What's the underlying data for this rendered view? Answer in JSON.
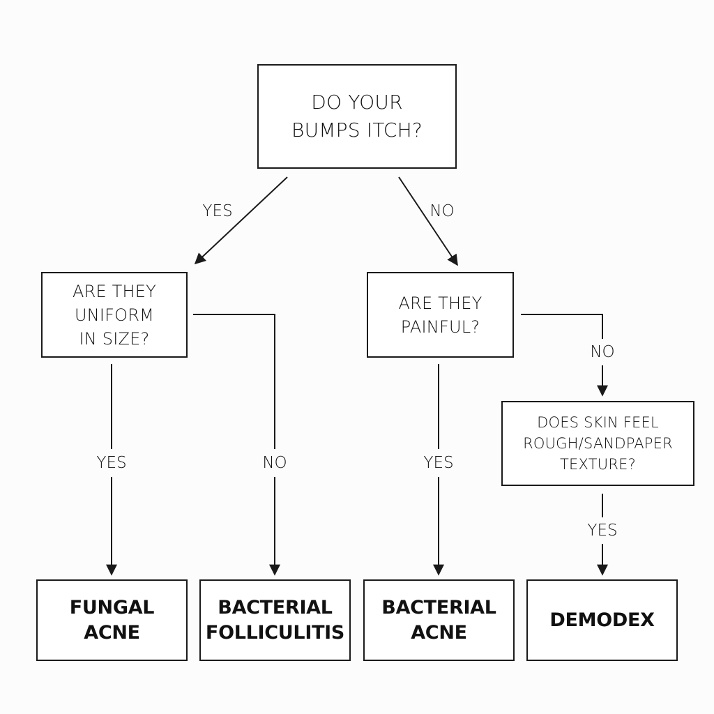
{
  "title": "Bump identification flowchart",
  "nodes": {
    "root": {
      "text": "DO YOUR\nBUMPS ITCH?"
    },
    "uniform": {
      "text": "ARE THEY\nUNIFORM\nIN SIZE?"
    },
    "painful": {
      "text": "ARE THEY\nPAINFUL?"
    },
    "rough": {
      "text": "DOES SKIN FEEL\nROUGH/SANDPAPER\nTEXTURE?"
    },
    "fungal": {
      "text": "FUNGAL\nACNE"
    },
    "folliculitis": {
      "text": "BACTERIAL\nFOLLICULITIS"
    },
    "bacterial_acne": {
      "text": "BACTERIAL\nACNE"
    },
    "demodex": {
      "text": "DEMODEX"
    }
  },
  "edges": [
    {
      "from": "root",
      "to": "uniform",
      "label": "YES"
    },
    {
      "from": "root",
      "to": "painful",
      "label": "NO"
    },
    {
      "from": "uniform",
      "to": "fungal",
      "label": "YES"
    },
    {
      "from": "uniform",
      "to": "folliculitis",
      "label": "NO"
    },
    {
      "from": "painful",
      "to": "bacterial_acne",
      "label": "YES"
    },
    {
      "from": "painful",
      "to": "rough",
      "label": "NO"
    },
    {
      "from": "rough",
      "to": "demodex",
      "label": "YES"
    }
  ],
  "colors": {
    "line": "#1a1a1a",
    "background": "#fcfcfc"
  }
}
